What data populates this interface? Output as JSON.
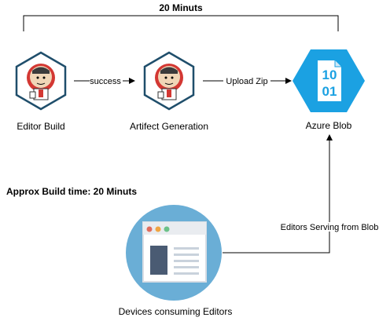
{
  "diagram": {
    "top_bracket_label": "20 Minuts",
    "build_time_note": "Approx Build time: 20 Minuts",
    "nodes": {
      "editor_build": {
        "label": "Editor Build",
        "icon": "jenkins-icon"
      },
      "artifact_generation": {
        "label": "Artifect Generation",
        "icon": "jenkins-icon"
      },
      "azure_blob": {
        "label": "Azure Blob",
        "icon": "azure-blob-icon",
        "glyph_line1": "10",
        "glyph_line2": "01"
      },
      "devices": {
        "label": "Devices consuming Editors",
        "icon": "browser-window-icon"
      }
    },
    "edges": {
      "build_to_artifact": "success",
      "artifact_to_blob": "Upload Zip",
      "blob_to_devices": "Editors Serving from Blob"
    },
    "colors": {
      "jenkins_hex_stroke": "#1f4e6b",
      "azure_blue": "#1ba1e2",
      "devices_circle": "#6aaed6",
      "window_dark": "#4a5b73"
    }
  }
}
